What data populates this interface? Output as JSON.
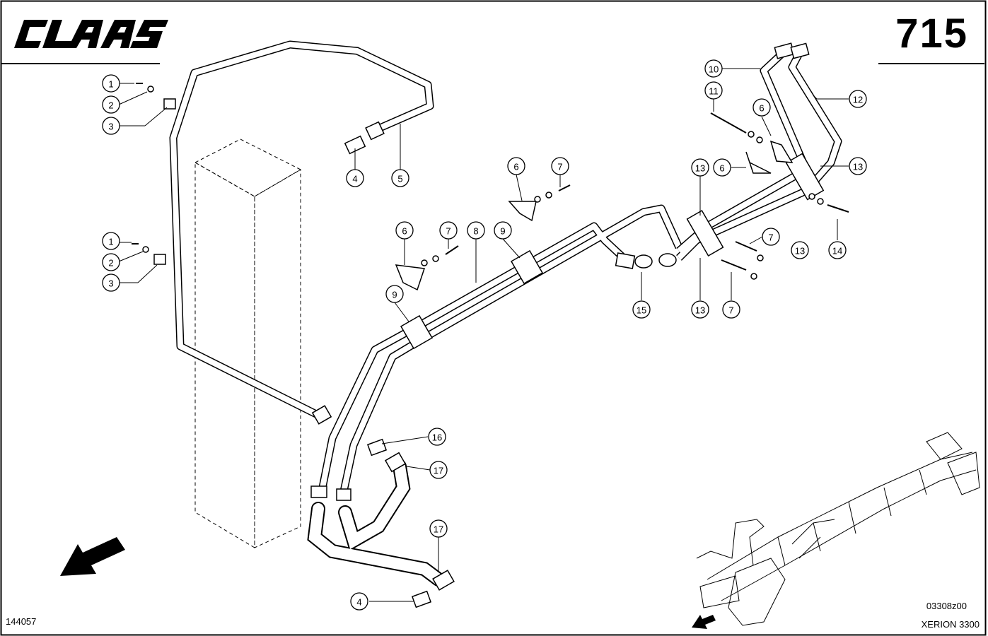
{
  "header": {
    "brand": "CLAAS",
    "page_number": "715"
  },
  "footer": {
    "doc_number": "144057",
    "drawing_code": "03308z00",
    "model": "XERION 3300"
  },
  "callouts": [
    {
      "id": "c1a",
      "label": "1"
    },
    {
      "id": "c2a",
      "label": "2"
    },
    {
      "id": "c3a",
      "label": "3"
    },
    {
      "id": "c1b",
      "label": "1"
    },
    {
      "id": "c2b",
      "label": "2"
    },
    {
      "id": "c3b",
      "label": "3"
    },
    {
      "id": "c4a",
      "label": "4"
    },
    {
      "id": "c5",
      "label": "5"
    },
    {
      "id": "c6a",
      "label": "6"
    },
    {
      "id": "c7a",
      "label": "7"
    },
    {
      "id": "c6b",
      "label": "6"
    },
    {
      "id": "c7b",
      "label": "7"
    },
    {
      "id": "c8",
      "label": "8"
    },
    {
      "id": "c9a",
      "label": "9"
    },
    {
      "id": "c9b",
      "label": "9"
    },
    {
      "id": "c10",
      "label": "10"
    },
    {
      "id": "c11",
      "label": "11"
    },
    {
      "id": "c12",
      "label": "12"
    },
    {
      "id": "c6c",
      "label": "6"
    },
    {
      "id": "c6d",
      "label": "6"
    },
    {
      "id": "c13a",
      "label": "13"
    },
    {
      "id": "c13b",
      "label": "13"
    },
    {
      "id": "c13c",
      "label": "13"
    },
    {
      "id": "c13d",
      "label": "13"
    },
    {
      "id": "c7c",
      "label": "7"
    },
    {
      "id": "c7d",
      "label": "7"
    },
    {
      "id": "c14",
      "label": "14"
    },
    {
      "id": "c15",
      "label": "15"
    },
    {
      "id": "c16",
      "label": "16"
    },
    {
      "id": "c17a",
      "label": "17"
    },
    {
      "id": "c17b",
      "label": "17"
    },
    {
      "id": "c4b",
      "label": "4"
    }
  ]
}
